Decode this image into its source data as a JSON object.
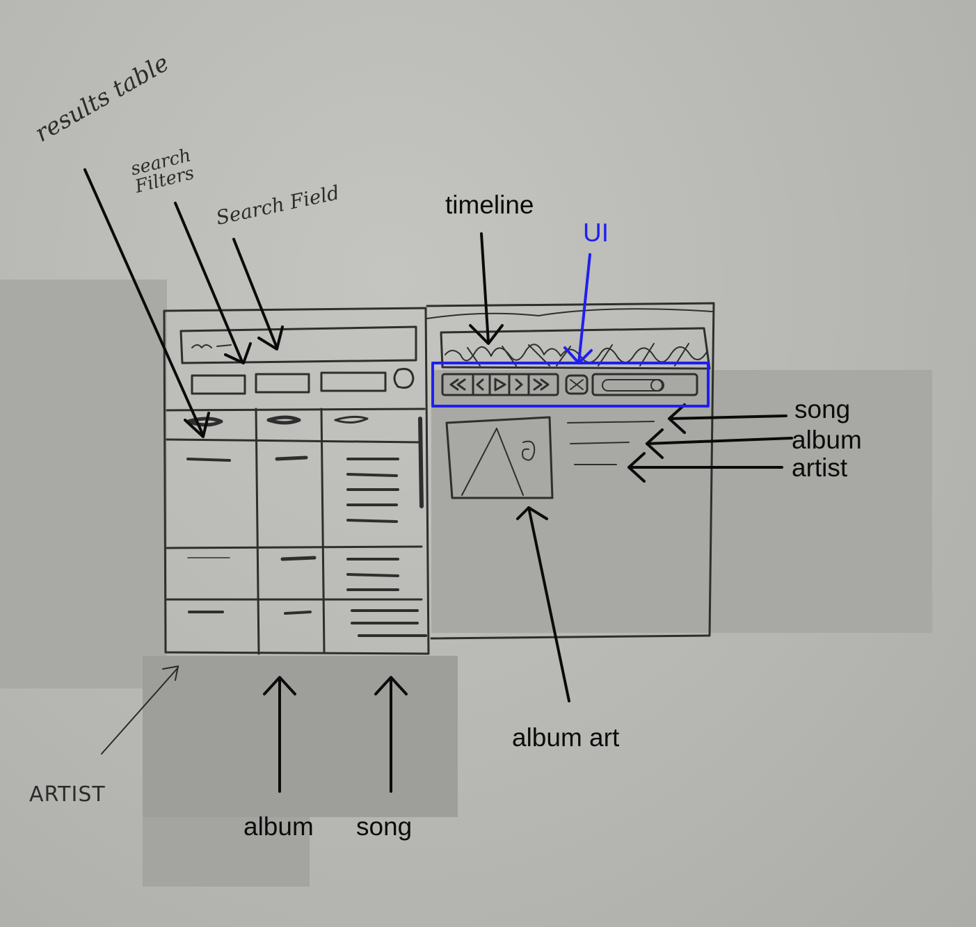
{
  "annotations": {
    "results_table": "results table",
    "search_filters": "search Filters",
    "search_field": "Search Field",
    "timeline": "timeline",
    "ui": "UI",
    "song_right": "song",
    "album_right": "album",
    "artist_right": "artist",
    "album_art": "album art",
    "artist_bottom": "ARTIST",
    "album_bottom": "album",
    "song_bottom": "song"
  },
  "colors": {
    "ink": "#2e2e2e",
    "label_text": "#0b0b0b",
    "highlight": "#1f1ff0",
    "paper": "#b9b9b5"
  },
  "icons": [
    "rewind-icon",
    "previous-icon",
    "play-icon",
    "next-icon",
    "fast-forward-icon",
    "shuffle-icon",
    "volume-slider-icon"
  ]
}
